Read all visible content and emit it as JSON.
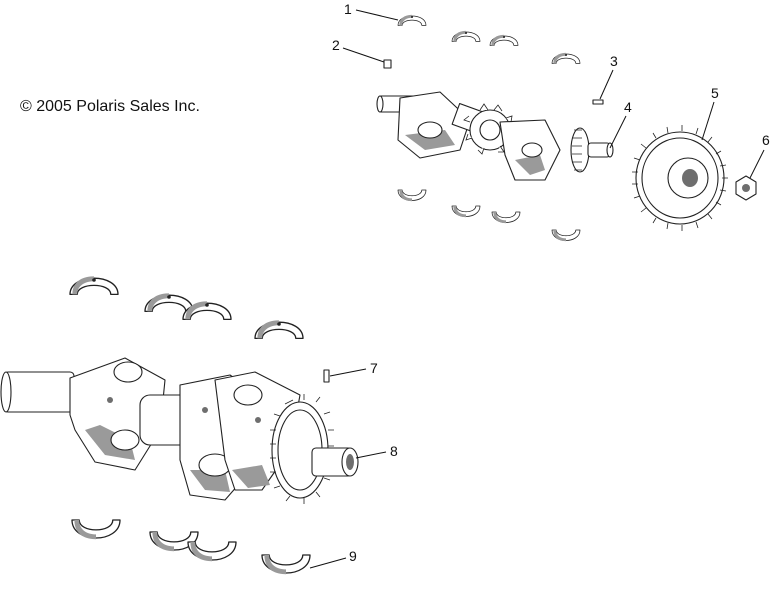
{
  "copyright": "© 2005 Polaris Sales Inc.",
  "callouts": [
    {
      "id": "1",
      "part": "bearing-shell"
    },
    {
      "id": "2",
      "part": "key"
    },
    {
      "id": "3",
      "part": "key"
    },
    {
      "id": "4",
      "part": "crankshaft"
    },
    {
      "id": "5",
      "part": "gear"
    },
    {
      "id": "6",
      "part": "nut"
    },
    {
      "id": "7",
      "part": "pin"
    },
    {
      "id": "8",
      "part": "crankshaft"
    },
    {
      "id": "9",
      "part": "bearing-shell"
    }
  ]
}
